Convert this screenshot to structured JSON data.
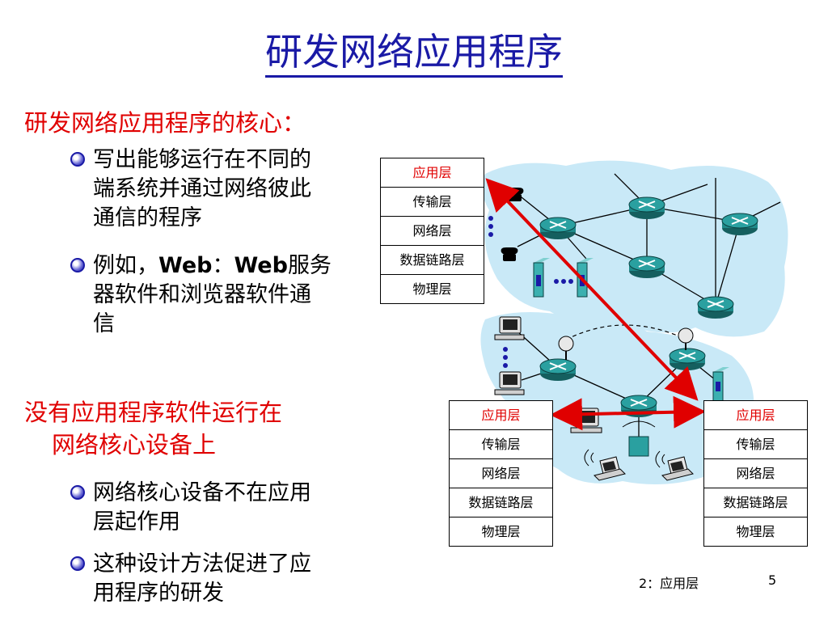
{
  "title": "研发网络应用程序",
  "heading1": "研发网络应用程序的核心：",
  "bullets1": [
    {
      "lines": [
        "写出能够运行在不同的",
        "端系统并通过网络彼此",
        "通信的程序"
      ]
    },
    {
      "line1_a": "例如，",
      "line1_b": "Web",
      "line1_c": "：",
      "line1_d": "Web",
      "line1_e": "服务",
      "lines": [
        "器软件和浏览器软件通",
        "信"
      ]
    }
  ],
  "heading2_lines": [
    "没有应用程序软件运行在",
    "网络核心设备上"
  ],
  "bullets2": [
    {
      "lines": [
        "网络核心设备不在应用",
        "层起作用"
      ]
    },
    {
      "lines": [
        "这种设计方法促进了应",
        "用程序的研发"
      ]
    }
  ],
  "stack_layers": [
    "应用层",
    "传输层",
    "网络层",
    "数据链路层",
    "物理层"
  ],
  "footer": {
    "left": "2：应用层",
    "page": "5"
  },
  "colors": {
    "title": "#1a1aa6",
    "heading": "#e00000",
    "arrow": "#e00000",
    "cloud": "#c9e9f7",
    "router": "#1f8a8a"
  }
}
